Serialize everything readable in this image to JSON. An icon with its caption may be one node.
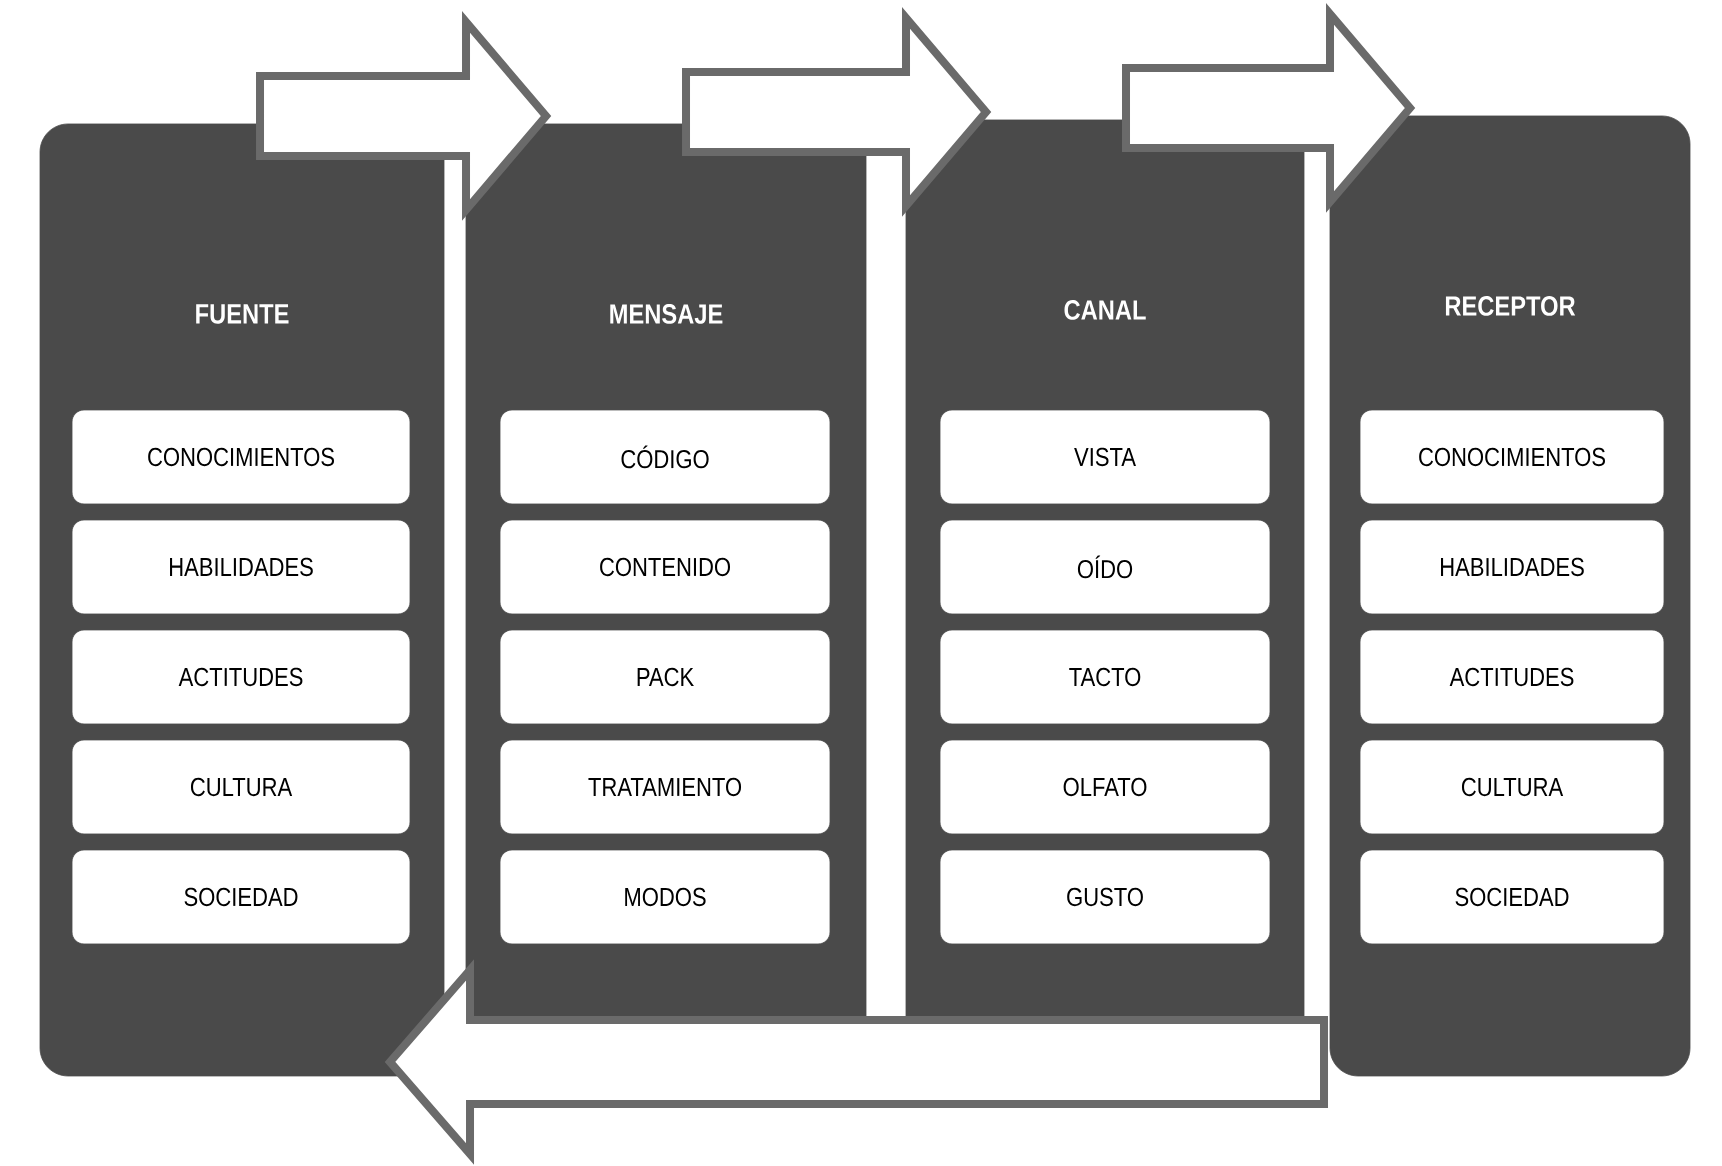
{
  "diagram": {
    "nodes": [
      {
        "text": [
          "FUENTE"
        ]
      },
      {
        "text": [
          "CONOCIMIENTOS"
        ],
        "in": 0
      },
      {
        "text": [
          "HABILIDADES"
        ],
        "in": 0
      },
      {
        "text": [
          "ACTITUDES"
        ],
        "in": 0
      },
      {
        "text": [
          "CULTURA"
        ],
        "in": 0
      },
      {
        "text": [
          "SOCIEDAD"
        ],
        "in": 0
      },
      {
        "text": [
          "MENSAJE"
        ]
      },
      {
        "text": [
          "CÓDIGO"
        ],
        "in": 6
      },
      {
        "text": [
          "CONTENIDO"
        ],
        "in": 6
      },
      {
        "text": [
          "PACK"
        ],
        "in": 6
      },
      {
        "text": [
          "TRATAMIENTO"
        ],
        "in": 6
      },
      {
        "text": [
          "MODOS"
        ],
        "in": 6
      },
      {
        "text": [
          "CANAL"
        ]
      },
      {
        "text": [
          "VISTA"
        ],
        "in": 12
      },
      {
        "text": [
          "OÍDO"
        ],
        "in": 12
      },
      {
        "text": [
          "TACTO"
        ],
        "in": 12
      },
      {
        "text": [
          "OLFATO"
        ],
        "in": 12
      },
      {
        "text": [
          "GUSTO"
        ],
        "in": 12
      },
      {
        "text": [
          "RECEPTOR"
        ]
      },
      {
        "text": [
          "CONOCIMIENTOS"
        ],
        "in": 18
      },
      {
        "text": [
          "HABILIDADES"
        ],
        "in": 18
      },
      {
        "text": [
          "ACTITUDES"
        ],
        "in": 18
      },
      {
        "text": [
          "CULTURA"
        ],
        "in": 18
      },
      {
        "text": [
          "SOCIEDAD"
        ],
        "in": 18
      }
    ],
    "edges": [
      {
        "from": 0,
        "to": 6,
        "arrow": "to"
      },
      {
        "from": 6,
        "to": 12,
        "arrow": "to"
      },
      {
        "from": 12,
        "to": 18,
        "arrow": "to"
      },
      {
        "from": 18,
        "to": 0,
        "arrow": "to"
      }
    ]
  }
}
